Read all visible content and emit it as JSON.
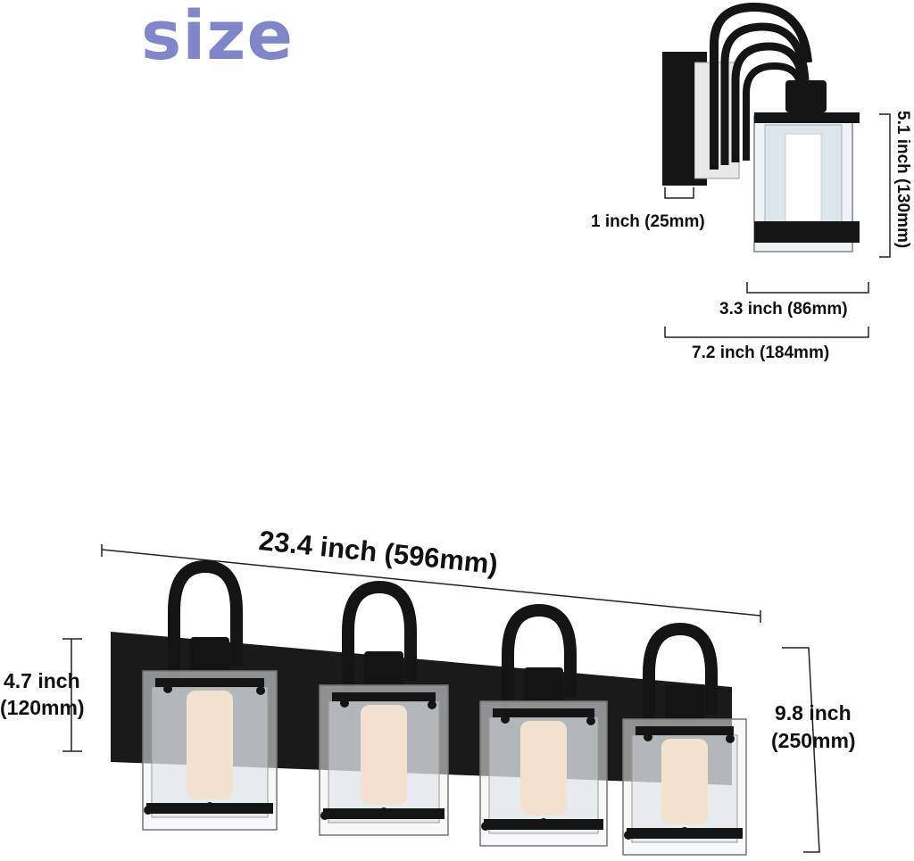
{
  "title": "size",
  "colors": {
    "title": "#7f86c9",
    "fixture": "#141414",
    "glass": "#c8d4d8",
    "shade": "#f2e2cf"
  },
  "side_view": {
    "depth_wall": "1 inch  (25mm)",
    "height": "5.1 inch  (130mm)",
    "shade_width": "3.3 inch  (86mm)",
    "total_depth": "7.2 inch  (184mm)"
  },
  "front_view": {
    "width": "23.4 inch (596mm)",
    "backplate_height_in": "4.7 inch",
    "backplate_height_mm": "(120mm)",
    "total_height_in": "9.8 inch",
    "total_height_mm": "(250mm)"
  }
}
